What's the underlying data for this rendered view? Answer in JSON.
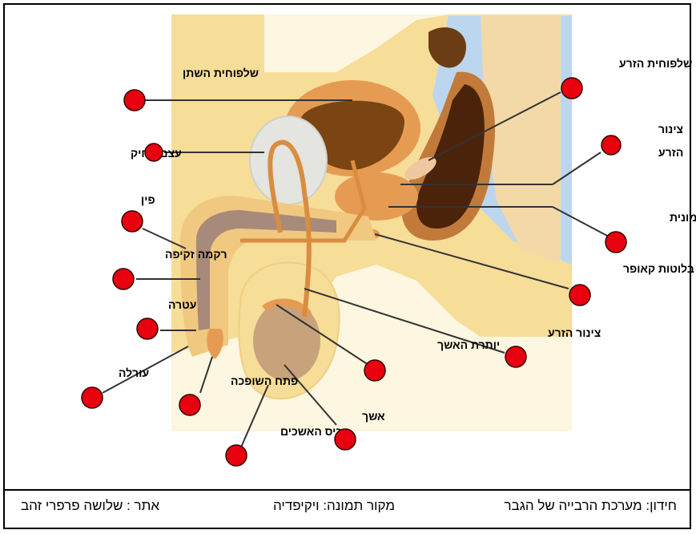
{
  "labels": {
    "bladder": "שלפוחית השתן",
    "seminal_vesicle": "שלפוחית הזרע",
    "pubic_bone": "עצם החיק",
    "ejaculatory_duct_1": "צינור",
    "ejaculatory_duct_2": "הזרע",
    "penis": "פין",
    "prostate": "בלוטת הערמונית",
    "erectile_tissue": "רקמה זקיפה",
    "cowper_gland": "בלוטות קאופר",
    "glans": "עטרה",
    "vas_deferens": "צינור הזרע",
    "epididymis": "יותרת האשך",
    "foreskin": "עורלה",
    "urethral_opening": "פתח השופכה",
    "testis": "אשך",
    "scrotum": "כיס האשכים"
  },
  "footer": {
    "site": "אתר : שלושה פרפרי זהב",
    "source": "מקור תמונה: ויקיפדיה",
    "quiz": "חידון: מערכת הרבייה של הגבר"
  },
  "colors": {
    "hotspot": "#e8000f",
    "skin": "#f6dd98",
    "organ": "#e69b52",
    "dark": "#5a2f0c",
    "bone": "#e4e4e0"
  }
}
